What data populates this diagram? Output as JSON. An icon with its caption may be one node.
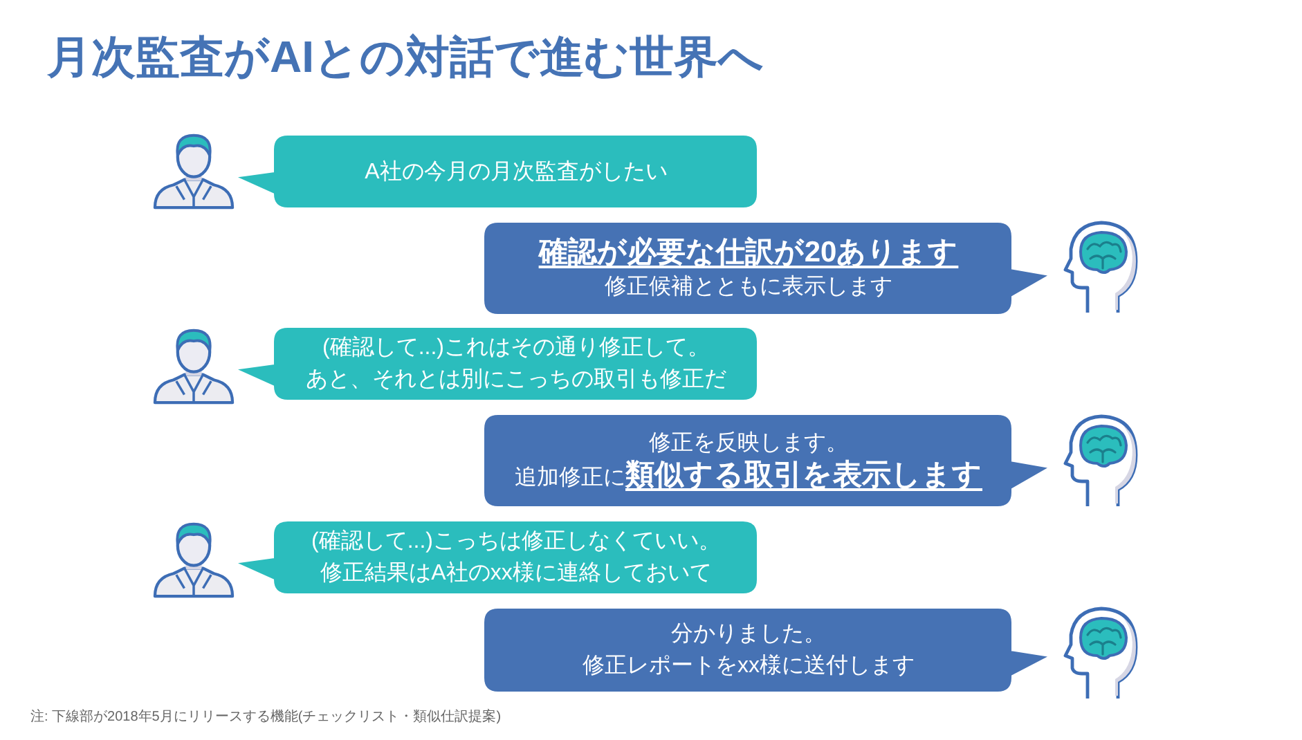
{
  "diagram": {
    "title": "月次監査がAIとの対話で進む世界へ",
    "nodes": [
      {
        "text": [
          "A社の今月の月次監査がしたい"
        ]
      },
      {
        "text": [
          "確認が必要な仕訳が20あります",
          "修正候補とともに表示します"
        ]
      },
      {
        "text": [
          "(確認して...)これはその通り修正して。",
          "あと、それとは別にこっちの取引も修正だ"
        ]
      },
      {
        "text": [
          "修正を反映します。",
          "追加修正に**類似する取引を表示します**"
        ]
      },
      {
        "text": [
          "(確認して...)こっちは修正しなくていい。",
          "修正結果はA社のxx様に連絡しておいて"
        ]
      },
      {
        "text": [
          "分かりました。",
          "修正レポートをxx様に送付します"
        ]
      }
    ],
    "labels": [
      "注: 下線部が2018年5月にリリースする機能(チェックリスト・類似仕訳提案)"
    ]
  }
}
